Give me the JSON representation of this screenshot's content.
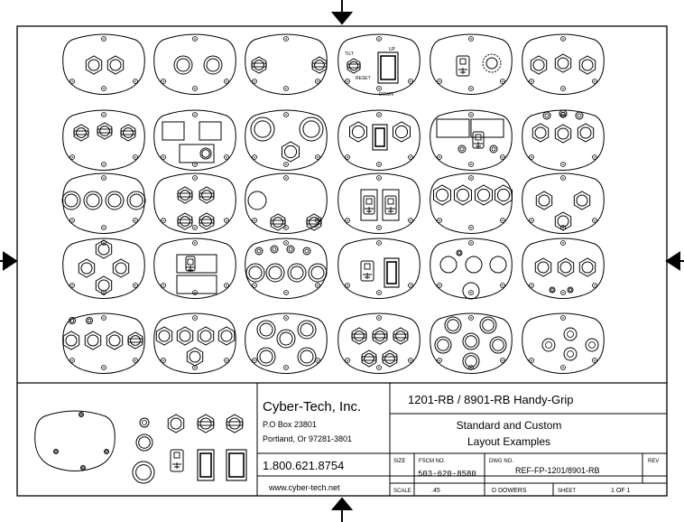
{
  "company": {
    "name": "Cyber-Tech, Inc.",
    "address_line1": "P.O Box 23801",
    "address_line2": "Portland, Or 97281-3801",
    "phone": "1.800.621.8754",
    "website": "www.cyber-tech.net"
  },
  "title_block": {
    "title": "1201-RB / 8901-RB Handy-Grip",
    "subtitle_line1": "Standard and Custom",
    "subtitle_line2": "Layout Examples",
    "size_label": "SIZE",
    "fscm_label": "FSCM NO.",
    "fscm_value": "503-620-8580",
    "dwg_label": "DWG NO.",
    "dwg_value": "REF-FP-1201/8901-RB",
    "rev_label": "REV",
    "scale_label": "SCALE",
    "scale_value": ".45",
    "drawn_by": "D DOWERS",
    "sheet_label": "SHEET",
    "sheet_value": "1 OF 1"
  },
  "plate_labels": {
    "tilt": "TILT",
    "up": "UP",
    "reset": "RESET",
    "down": "DOWN"
  }
}
